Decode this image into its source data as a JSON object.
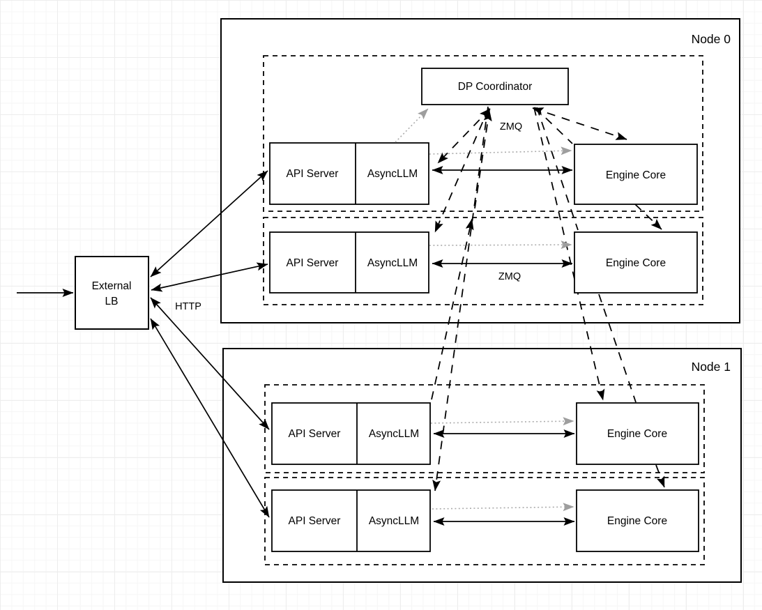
{
  "diagram": {
    "external_lb": {
      "line1": "External",
      "line2": "LB"
    },
    "labels": {
      "http": "HTTP",
      "zmq_coordinator": "ZMQ",
      "zmq_row": "ZMQ"
    },
    "node0": {
      "label": "Node 0",
      "coordinator": "DP Coordinator",
      "rows": [
        {
          "api_server": "API Server",
          "async_llm": "AsyncLLM",
          "engine_core": "Engine Core"
        },
        {
          "api_server": "API Server",
          "async_llm": "AsyncLLM",
          "engine_core": "Engine Core"
        }
      ]
    },
    "node1": {
      "label": "Node 1",
      "rows": [
        {
          "api_server": "API Server",
          "async_llm": "AsyncLLM",
          "engine_core": "Engine Core"
        },
        {
          "api_server": "API Server",
          "async_llm": "AsyncLLM",
          "engine_core": "Engine Core"
        }
      ]
    },
    "colors": {
      "line": "#000000",
      "gray_arrow": "#ababab",
      "box_fill": "#ffffff",
      "grid": "#ededed"
    }
  }
}
